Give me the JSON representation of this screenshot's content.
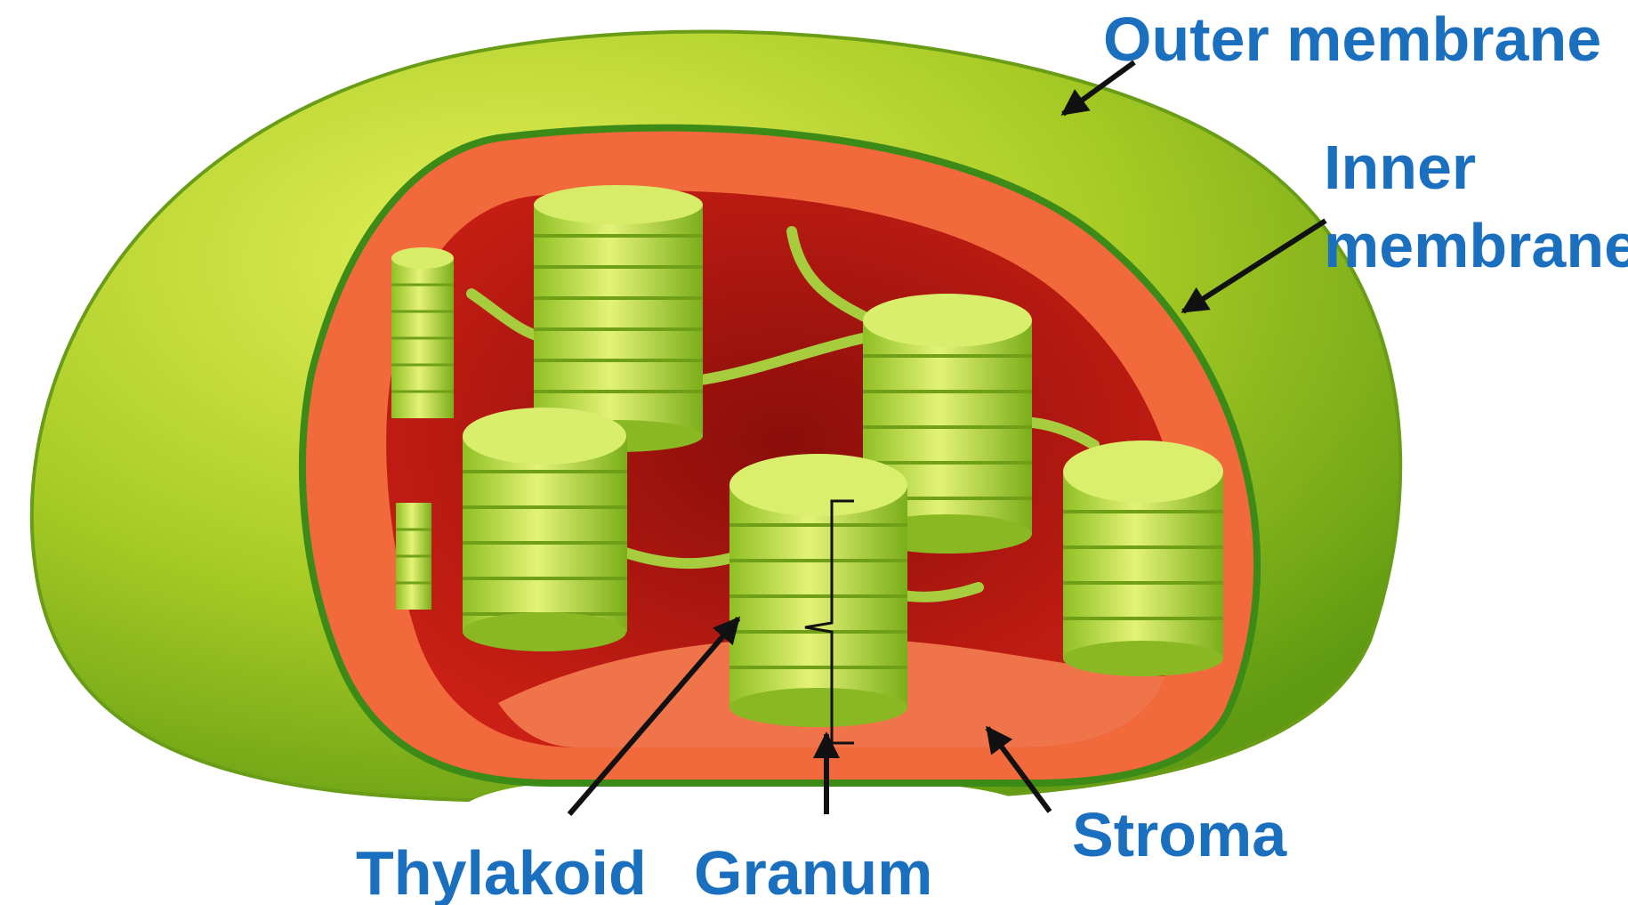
{
  "labels": {
    "outer_membrane": "Outer membrane",
    "inner_line1": "Inner",
    "inner_line2": "membrane",
    "stroma": "Stroma",
    "thylakoid": "Thylakoid",
    "granum": "Granum"
  },
  "colors": {
    "label": "#1a6fbf",
    "outer_membrane": "#9bc21f",
    "inner_membrane": "#f0683a",
    "stroma": "#c81e14",
    "thylakoid": "#b9de3e",
    "arrow": "#111111"
  }
}
